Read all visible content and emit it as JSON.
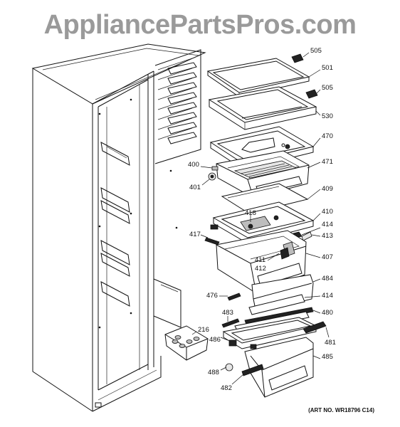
{
  "watermark": "AppliancePartsPros.com",
  "art_number": "(ART NO. WR18796 C14)",
  "callouts": {
    "c505a": "505",
    "c501": "501",
    "c505b": "505",
    "c530": "530",
    "c470": "470",
    "c400": "400",
    "c471": "471",
    "c401": "401",
    "c409": "409",
    "c410": "410",
    "c418": "418",
    "c414a": "414",
    "c417": "417",
    "c413": "413",
    "c411": "411",
    "c412": "412",
    "c407": "407",
    "c484": "484",
    "c476": "476",
    "c414b": "414",
    "c483": "483",
    "c480": "480",
    "c216": "216",
    "c486": "486",
    "c481": "481",
    "c485": "485",
    "c488": "488",
    "c482": "482"
  }
}
